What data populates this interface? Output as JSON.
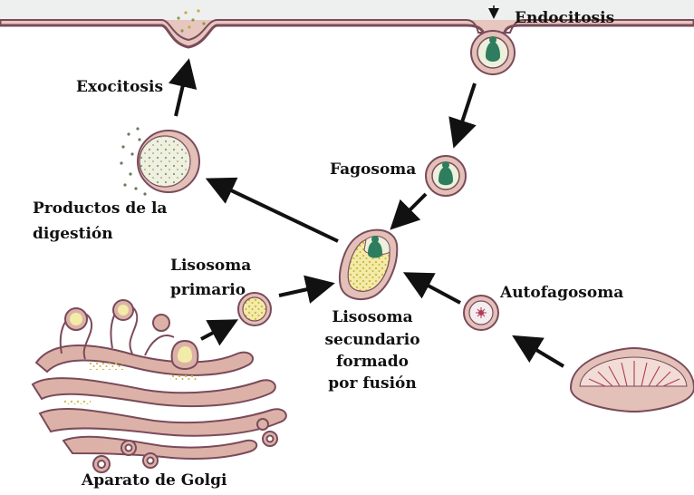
{
  "labels": {
    "endocitosis": "Endocitosis",
    "exocitosis": "Exocitosis",
    "fagosoma": "Fagosoma",
    "productos_line1": "Productos de la",
    "productos_line2": "digestión",
    "lisosoma_primario_line1": "Lisosoma",
    "lisosoma_primario_line2": "primario",
    "lisosoma_secundario_line1": "Lisosoma",
    "lisosoma_secundario_line2": "secundario",
    "lisosoma_secundario_line3": "formado",
    "lisosoma_secundario_line4": "por fusión",
    "autofagosoma": "Autofagosoma",
    "golgi": "Aparato de Golgi"
  },
  "colors": {
    "membrane_fill": "#e3c0b8",
    "membrane_stroke": "#7a4b5a",
    "vesicle_content": "#ecf0dc",
    "enzyme_dots": "#d4b84a",
    "particle": "#2e7d5e",
    "arrow": "#111111",
    "golgi_fill": "#dcb2a8"
  }
}
